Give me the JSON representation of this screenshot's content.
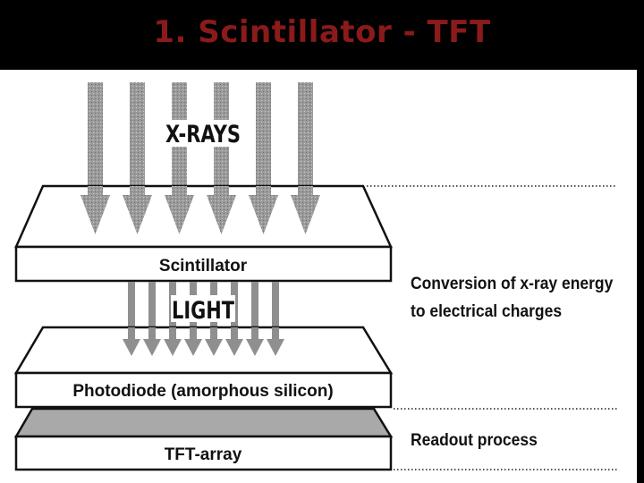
{
  "slide": {
    "title": "1. Scintillator - TFT"
  },
  "diagram": {
    "xrays_label": "X-RAYS",
    "light_label": "LIGHT",
    "layers": [
      {
        "key": "scintillator",
        "label": "Scintillator"
      },
      {
        "key": "photodiode",
        "label": "Photodiode (amorphous silicon)"
      },
      {
        "key": "tft",
        "label": "TFT-array"
      }
    ],
    "notes": {
      "conversion_line1": "Conversion of x-ray energy",
      "conversion_line2": "to electrical charges",
      "readout": "Readout process"
    }
  },
  "colors": {
    "title_text": "#8b1a1a",
    "title_bar": "#000000",
    "arrow_gray": "#8f8f8f",
    "tft_fill": "#a9a9a9",
    "outline": "#111111"
  }
}
